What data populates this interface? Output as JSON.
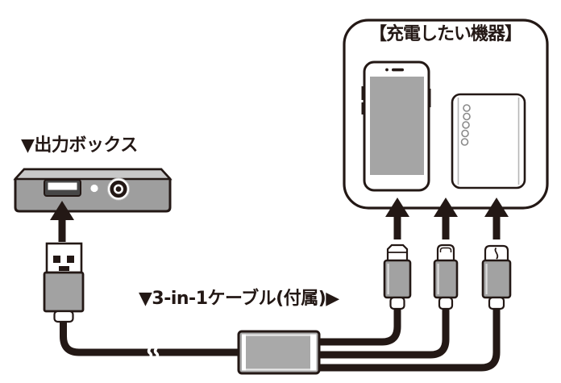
{
  "diagram": {
    "output_box": {
      "label": "▼出力ボックス"
    },
    "cable": {
      "label": "▼3-in-1ケーブル(付属)▶"
    },
    "devices": {
      "title": "【充電したい機器】"
    }
  },
  "parts": {
    "output_box": [
      "usb-a-port",
      "led-indicator",
      "dc-jack"
    ],
    "cable": [
      "usb-a-plug",
      "cable-break-mark",
      "splitter-hub",
      "micro-usb-plug",
      "lightning-plug",
      "usb-c-plug"
    ],
    "devices": [
      "smartphone",
      "mobile-battery"
    ],
    "arrows": [
      "arrow-to-output-box",
      "arrow-to-device-1",
      "arrow-to-device-2",
      "arrow-to-device-3"
    ]
  },
  "colors": {
    "ink": "#231815",
    "box_front_gray": "#9e9e9e",
    "box_top_gray": "#c8c8c8",
    "connector_gray": "#a2a2a2",
    "hub_gray": "#a9a9a9",
    "screen_gray": "#a5a5a5",
    "port_dark": "#474747",
    "background": "#ffffff"
  }
}
